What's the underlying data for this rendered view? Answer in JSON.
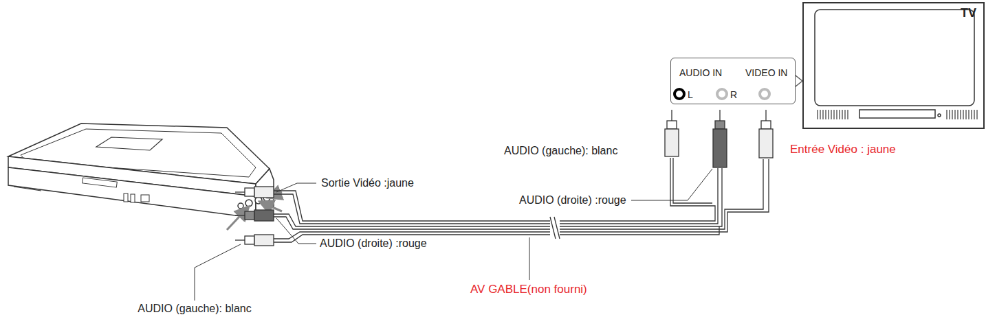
{
  "diagram": {
    "nodes": [
      {
        "text": [
          "TV"
        ]
      },
      {
        "text": [
          "AUDIO IN",
          "VIDEO IN",
          "L",
          "R"
        ]
      }
    ],
    "edges": [
      {
        "from": 1,
        "to": 0,
        "arrow": "none"
      }
    ],
    "labels": [
      "Sortie Vidéo :jaune",
      "AUDIO (droite) :rouge",
      "AUDIO (gauche): blanc",
      "AV GABLE(non fourni)",
      "AUDIO (gauche): blanc",
      "AUDIO (droite) :rouge",
      "Entrée Vidéo : jaune"
    ]
  }
}
